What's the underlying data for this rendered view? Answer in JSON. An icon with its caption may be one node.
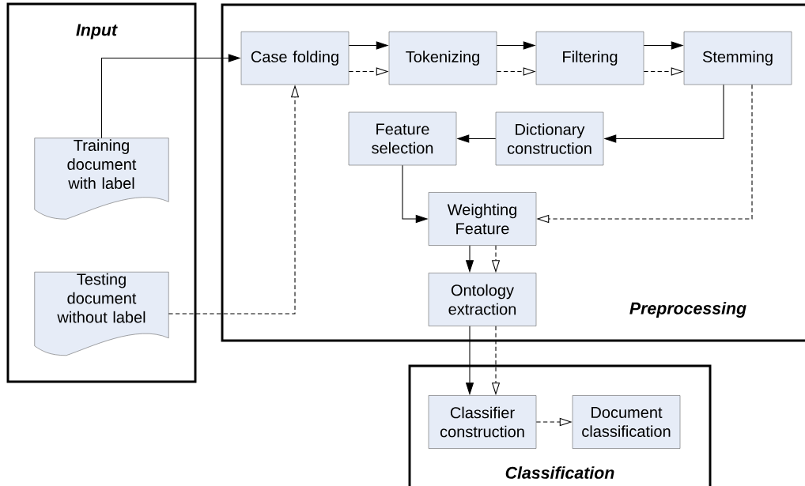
{
  "diagram": {
    "nodes": [
      {
        "text": [
          "Input"
        ]
      },
      {
        "text": [
          "Training document with label"
        ],
        "in": 0
      },
      {
        "text": [
          "Testing document without label"
        ],
        "in": 0
      },
      {
        "text": [
          "Preprocessing"
        ]
      },
      {
        "text": [
          "Case folding"
        ],
        "in": 3
      },
      {
        "text": [
          "Tokenizing"
        ],
        "in": 3
      },
      {
        "text": [
          "Filtering"
        ],
        "in": 3
      },
      {
        "text": [
          "Stemming"
        ],
        "in": 3
      },
      {
        "text": [
          "Feature selection"
        ],
        "in": 3
      },
      {
        "text": [
          "Dictionary construction"
        ],
        "in": 3
      },
      {
        "text": [
          "Weighting Feature"
        ],
        "in": 3
      },
      {
        "text": [
          "Ontology extraction"
        ],
        "in": 3
      },
      {
        "text": [
          "Classification"
        ]
      },
      {
        "text": [
          "Classifier construction"
        ],
        "in": 12
      },
      {
        "text": [
          "Document classification"
        ],
        "in": 12
      }
    ],
    "edges": [
      {
        "from": 1,
        "to": 4,
        "arrow": "to"
      },
      {
        "from": 4,
        "to": 5,
        "arrow": "to"
      },
      {
        "from": 4,
        "to": 5,
        "arrow": "to",
        "style": "dashed"
      },
      {
        "from": 5,
        "to": 6,
        "arrow": "to"
      },
      {
        "from": 5,
        "to": 6,
        "arrow": "to",
        "style": "dashed"
      },
      {
        "from": 6,
        "to": 7,
        "arrow": "to"
      },
      {
        "from": 6,
        "to": 7,
        "arrow": "to",
        "style": "dashed"
      },
      {
        "from": 7,
        "to": 9,
        "arrow": "to"
      },
      {
        "from": 9,
        "to": 8,
        "arrow": "to"
      },
      {
        "from": 8,
        "to": 10,
        "arrow": "to"
      },
      {
        "from": 7,
        "to": 10,
        "arrow": "to",
        "style": "dashed"
      },
      {
        "from": 10,
        "to": 11,
        "arrow": "to"
      },
      {
        "from": 10,
        "to": 11,
        "arrow": "to",
        "style": "dashed"
      },
      {
        "from": 11,
        "to": 13,
        "arrow": "to"
      },
      {
        "from": 11,
        "to": 13,
        "arrow": "to",
        "style": "dashed"
      },
      {
        "from": 13,
        "to": 14,
        "arrow": "to",
        "style": "dashed"
      },
      {
        "from": 2,
        "to": 4,
        "arrow": "to",
        "style": "dashed"
      }
    ]
  }
}
